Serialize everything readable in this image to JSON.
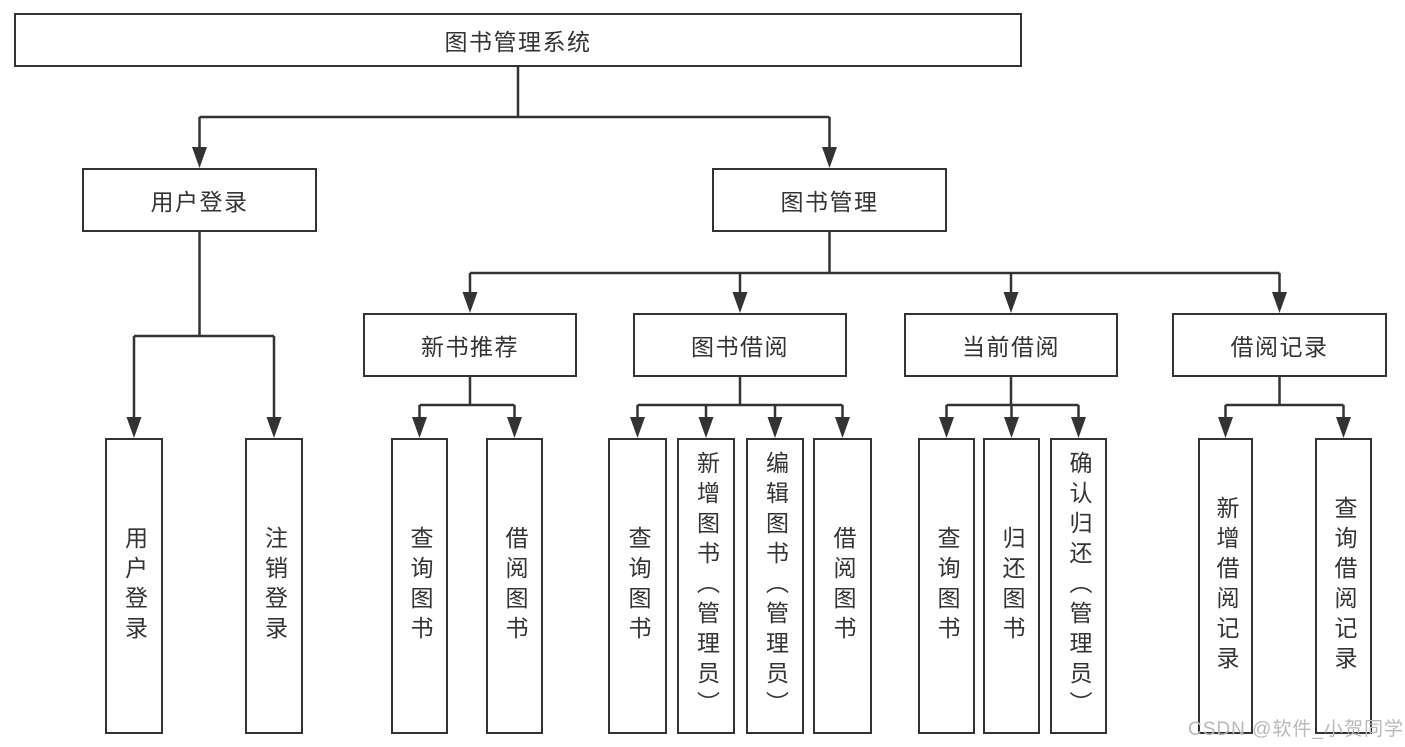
{
  "diagram_title": "图书管理系统",
  "tree": {
    "label": "图书管理系统",
    "children": [
      {
        "label": "用户登录",
        "children": [
          {
            "label": "用户登录"
          },
          {
            "label": "注销登录"
          }
        ]
      },
      {
        "label": "图书管理",
        "children": [
          {
            "label": "新书推荐",
            "children": [
              {
                "label": "查询图书"
              },
              {
                "label": "借阅图书"
              }
            ]
          },
          {
            "label": "图书借阅",
            "children": [
              {
                "label": "查询图书"
              },
              {
                "label": "新增图书（管理员）"
              },
              {
                "label": "编辑图书（管理员）"
              },
              {
                "label": "借阅图书"
              }
            ]
          },
          {
            "label": "当前借阅",
            "children": [
              {
                "label": "查询图书"
              },
              {
                "label": "归还图书"
              },
              {
                "label": "确认归还（管理员）"
              }
            ]
          },
          {
            "label": "借阅记录",
            "children": [
              {
                "label": "新增借阅记录"
              },
              {
                "label": "查询借阅记录"
              }
            ]
          }
        ]
      }
    ]
  },
  "watermark": {
    "text": "CSDN @软件_小贺同学"
  },
  "colors": {
    "line": "#333333",
    "box_border": "#333333",
    "text": "#333333",
    "watermark": "#b9b9b9",
    "background": "#ffffff"
  }
}
